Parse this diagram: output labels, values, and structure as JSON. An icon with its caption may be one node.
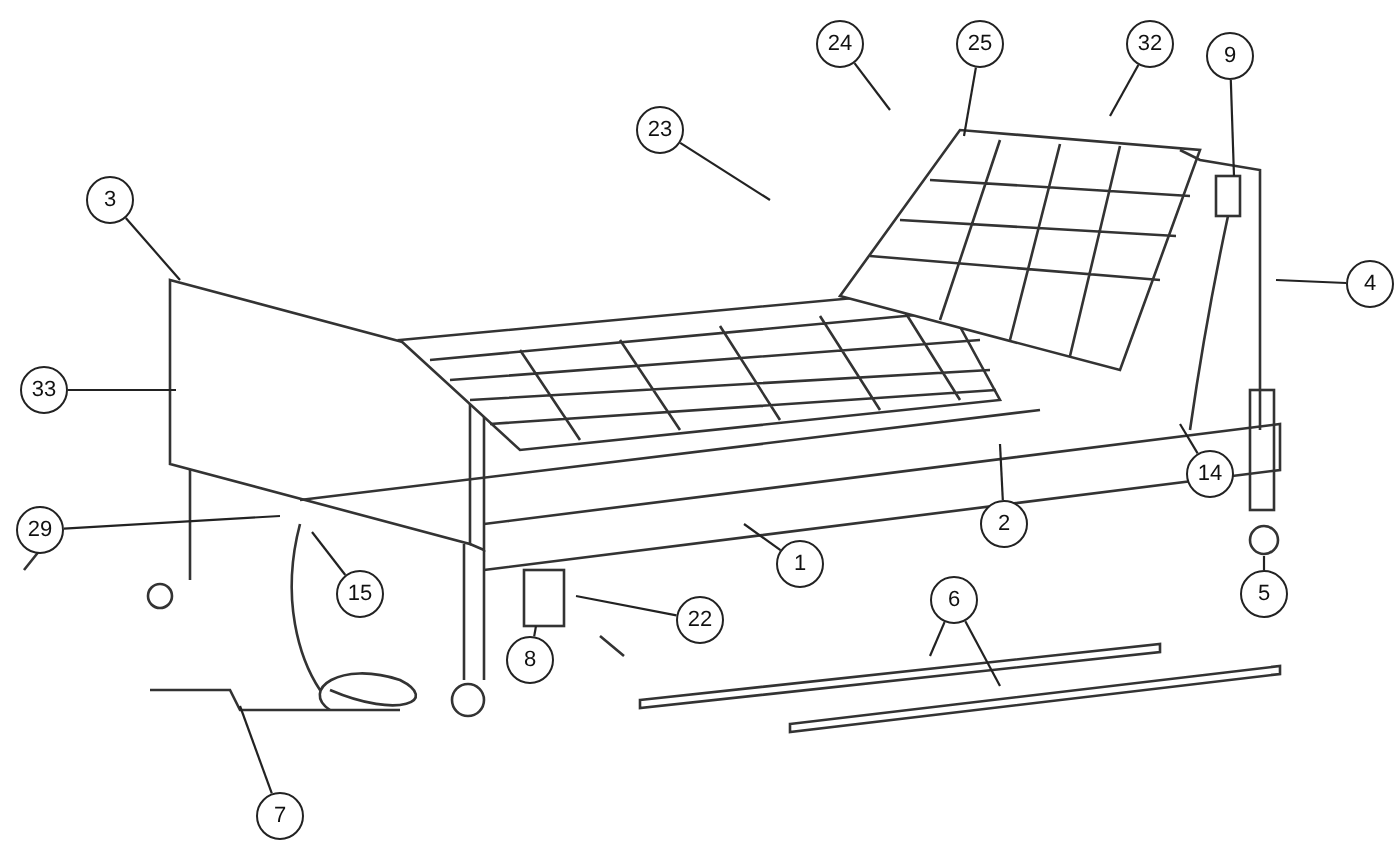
{
  "diagram": {
    "nodes": [
      {
        "text": [
          "24"
        ]
      },
      {
        "text": [
          "25"
        ]
      },
      {
        "text": [
          "32"
        ]
      },
      {
        "text": [
          "9"
        ]
      },
      {
        "text": [
          "23"
        ]
      },
      {
        "text": [
          "3"
        ]
      },
      {
        "text": [
          "4"
        ]
      },
      {
        "text": [
          "33"
        ]
      },
      {
        "text": [
          "14"
        ]
      },
      {
        "text": [
          "2"
        ]
      },
      {
        "text": [
          "29"
        ]
      },
      {
        "text": [
          "1"
        ]
      },
      {
        "text": [
          "6"
        ]
      },
      {
        "text": [
          "15"
        ]
      },
      {
        "text": [
          "5"
        ]
      },
      {
        "text": [
          "22"
        ]
      },
      {
        "text": [
          "8"
        ]
      },
      {
        "text": [
          "7"
        ]
      }
    ],
    "edges": [
      {
        "from": 0,
        "to": null,
        "arrow": "none"
      },
      {
        "from": 1,
        "to": null,
        "arrow": "none"
      },
      {
        "from": 2,
        "to": null,
        "arrow": "none"
      },
      {
        "from": 3,
        "to": null,
        "arrow": "none"
      },
      {
        "from": 4,
        "to": null,
        "arrow": "none"
      },
      {
        "from": 5,
        "to": null,
        "arrow": "none"
      },
      {
        "from": 6,
        "to": null,
        "arrow": "none"
      },
      {
        "from": 7,
        "to": null,
        "arrow": "none"
      },
      {
        "from": 8,
        "to": null,
        "arrow": "none"
      },
      {
        "from": 9,
        "to": null,
        "arrow": "none"
      },
      {
        "from": 10,
        "to": null,
        "arrow": "none"
      },
      {
        "from": 11,
        "to": null,
        "arrow": "none"
      },
      {
        "from": 12,
        "to": null,
        "arrow": "none"
      },
      {
        "from": 12,
        "to": null,
        "arrow": "none"
      },
      {
        "from": 13,
        "to": null,
        "arrow": "none"
      },
      {
        "from": 14,
        "to": null,
        "arrow": "none"
      },
      {
        "from": 15,
        "to": null,
        "arrow": "none"
      },
      {
        "from": 16,
        "to": null,
        "arrow": "none"
      },
      {
        "from": 17,
        "to": null,
        "arrow": "none"
      }
    ]
  }
}
